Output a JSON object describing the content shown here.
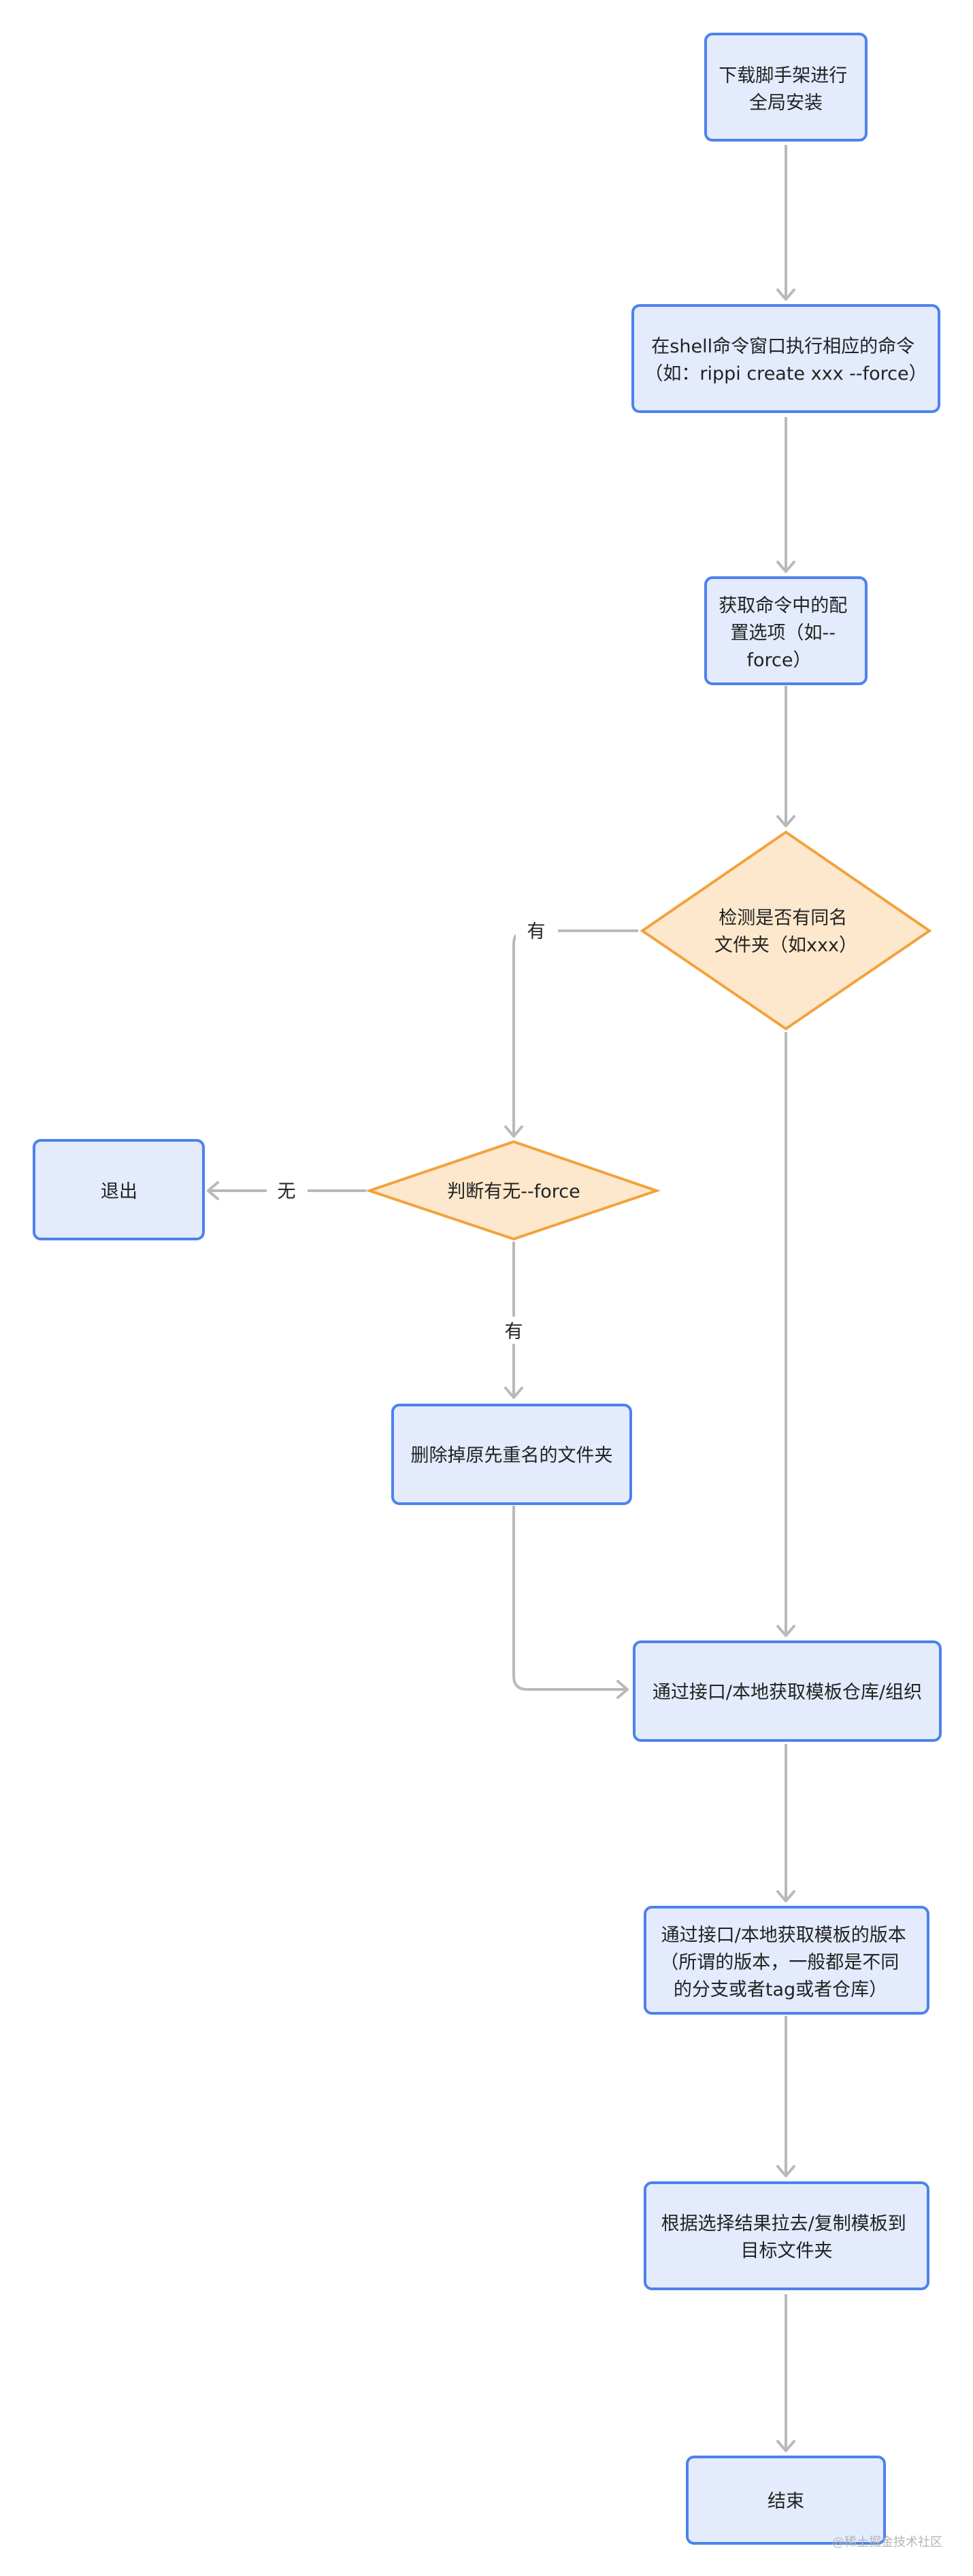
{
  "nodes": {
    "install": [
      "下载脚手架进行",
      "全局安装"
    ],
    "run_command": [
      "在shell命令窗口执行相应的命令",
      "（如：rippi create xxx --force）"
    ],
    "get_options": [
      "获取命令中的配",
      "置选项（如--",
      "force）"
    ],
    "check_folder": [
      "检测是否有同名",
      "文件夹（如xxx）"
    ],
    "check_force": [
      "判断有无--force"
    ],
    "exit": [
      "退出"
    ],
    "delete_folder": [
      "删除掉原先重名的文件夹"
    ],
    "get_repo": [
      "通过接口/本地获取模板仓库/组织"
    ],
    "get_version": [
      "通过接口/本地获取模板的版本",
      "（所谓的版本，一般都是不同",
      "的分支或者tag或者仓库）"
    ],
    "copy_template": [
      "根据选择结果拉去/复制模板到",
      "目标文件夹"
    ],
    "end": [
      "结束"
    ]
  },
  "edge_labels": {
    "has_folder": "有",
    "no_force": "无",
    "has_force": "有"
  },
  "watermark": "@稀土掘金技术社区"
}
